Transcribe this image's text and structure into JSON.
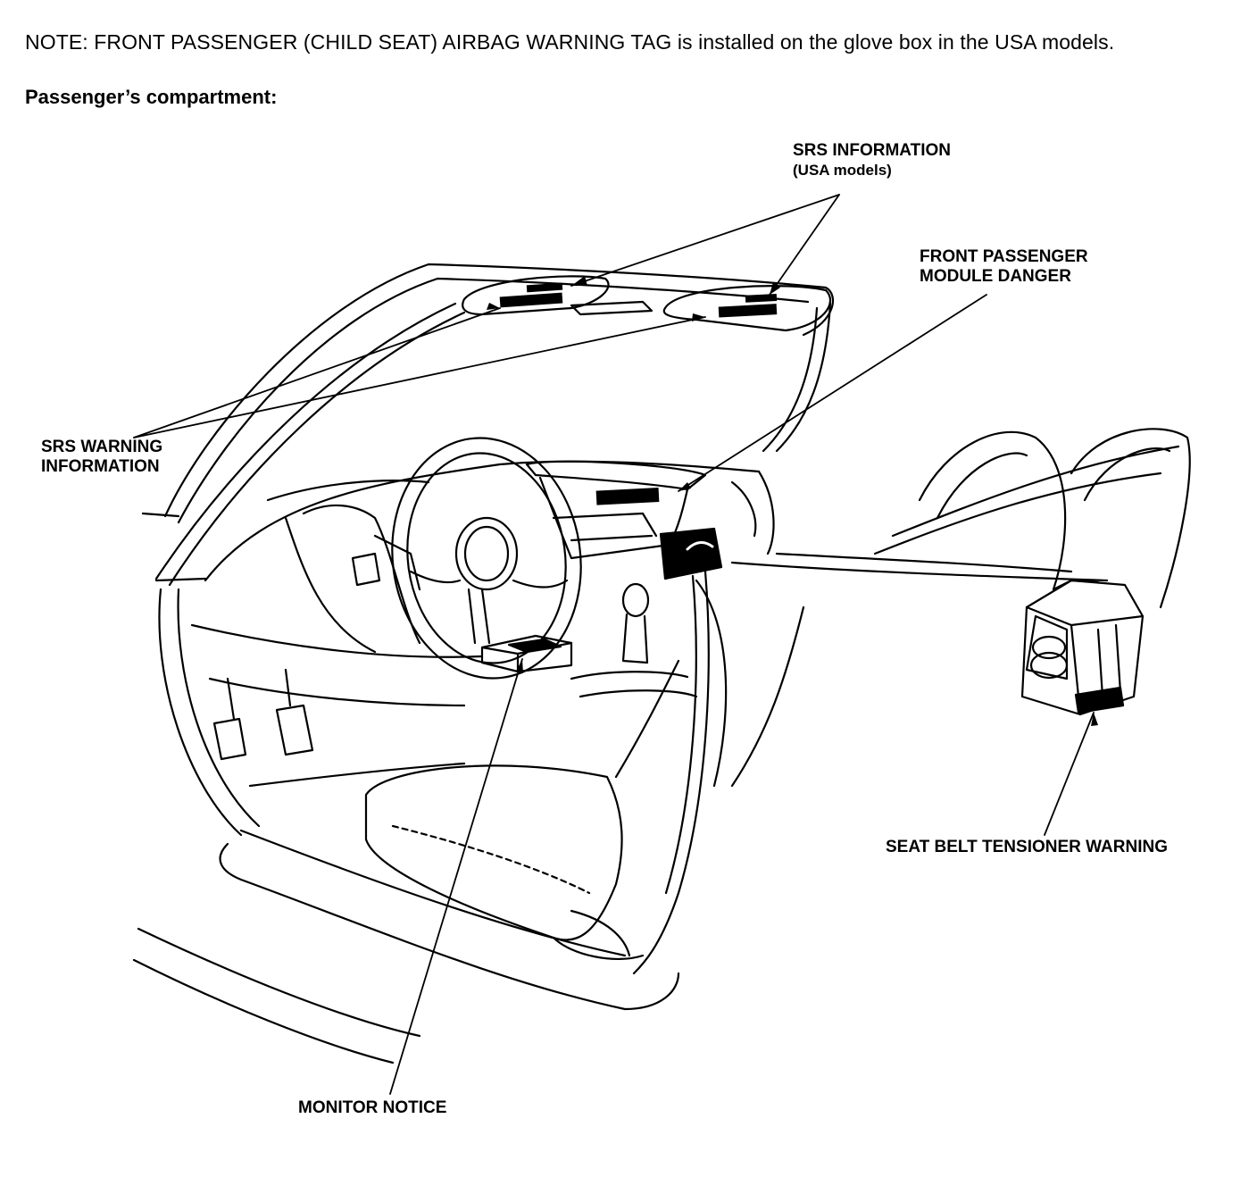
{
  "note": "NOTE: FRONT PASSENGER (CHILD SEAT) AIRBAG WARNING TAG is installed on the glove box in the USA models.",
  "heading": "Passenger’s compartment:",
  "labels": {
    "srs_information": [
      "SRS INFORMATION",
      "(USA models)"
    ],
    "front_passenger_module_danger": [
      "FRONT PASSENGER",
      "MODULE DANGER"
    ],
    "srs_warning_information": [
      "SRS WARNING",
      "INFORMATION"
    ],
    "seat_belt_tensioner_warning": "SEAT BELT TENSIONER WARNING",
    "monitor_notice": "MONITOR NOTICE"
  }
}
